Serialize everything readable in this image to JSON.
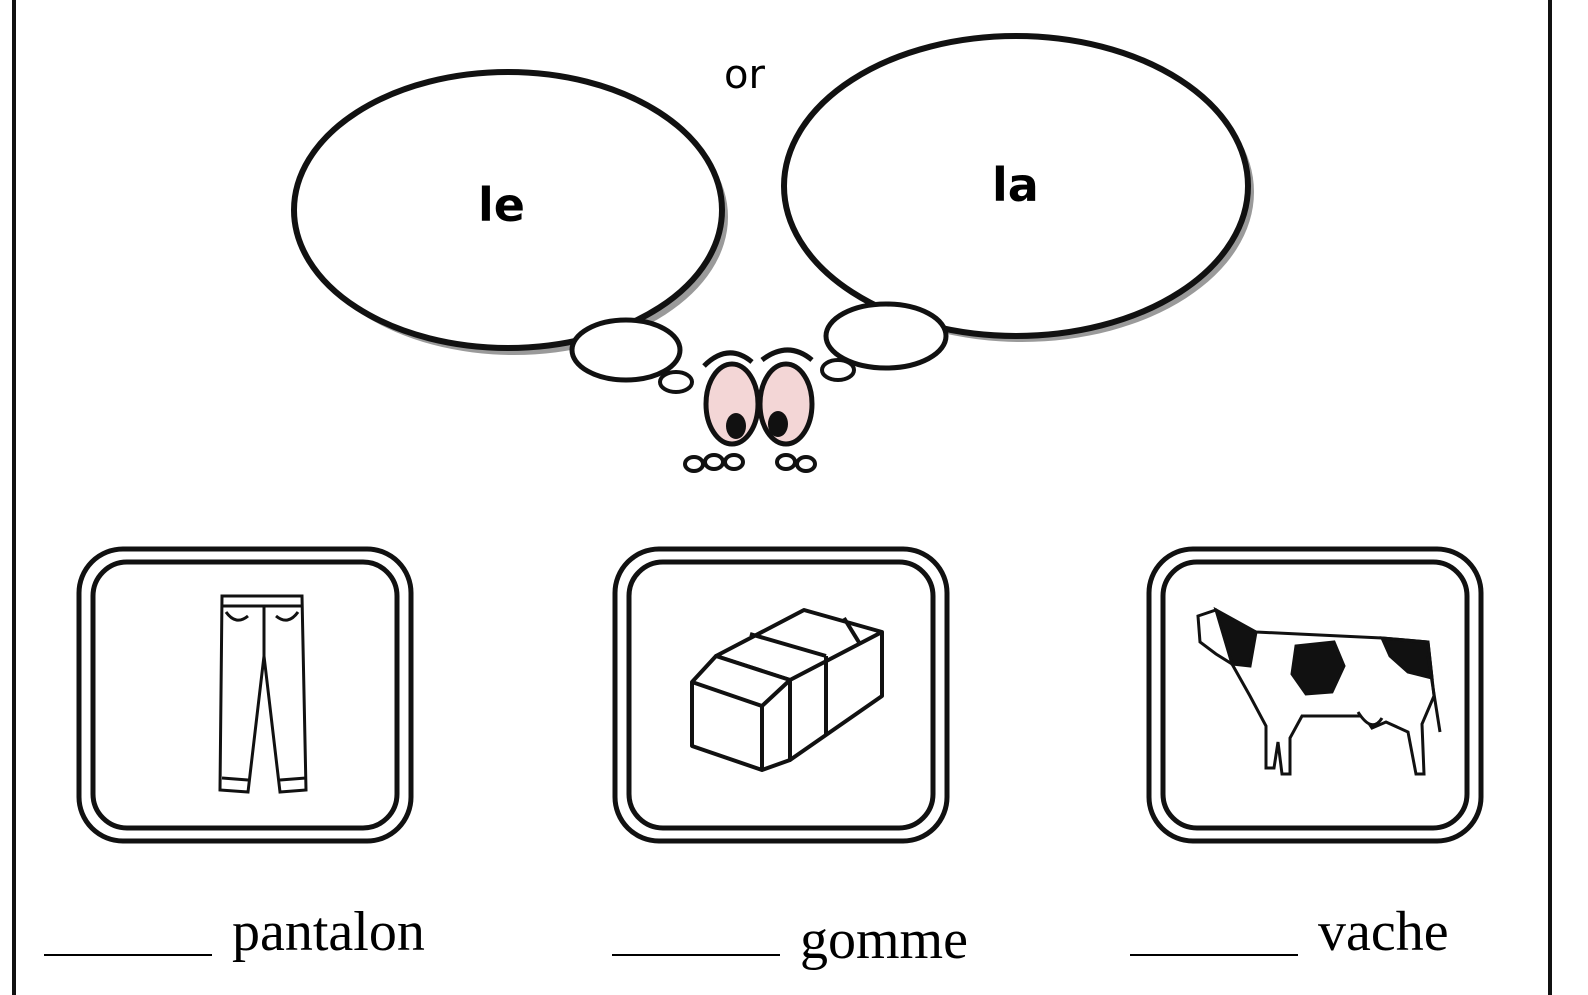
{
  "worksheet": {
    "choices": {
      "left": "le",
      "connector": "or",
      "right": "la"
    },
    "items": [
      {
        "word": "pantalon",
        "picture": "trousers-icon"
      },
      {
        "word": "gomme",
        "picture": "eraser-icon"
      },
      {
        "word": "vache",
        "picture": "cow-icon"
      }
    ]
  },
  "colors": {
    "line": "#111111",
    "eye_fill": "#f3d6d6",
    "shadow": "#9a9a9a"
  }
}
